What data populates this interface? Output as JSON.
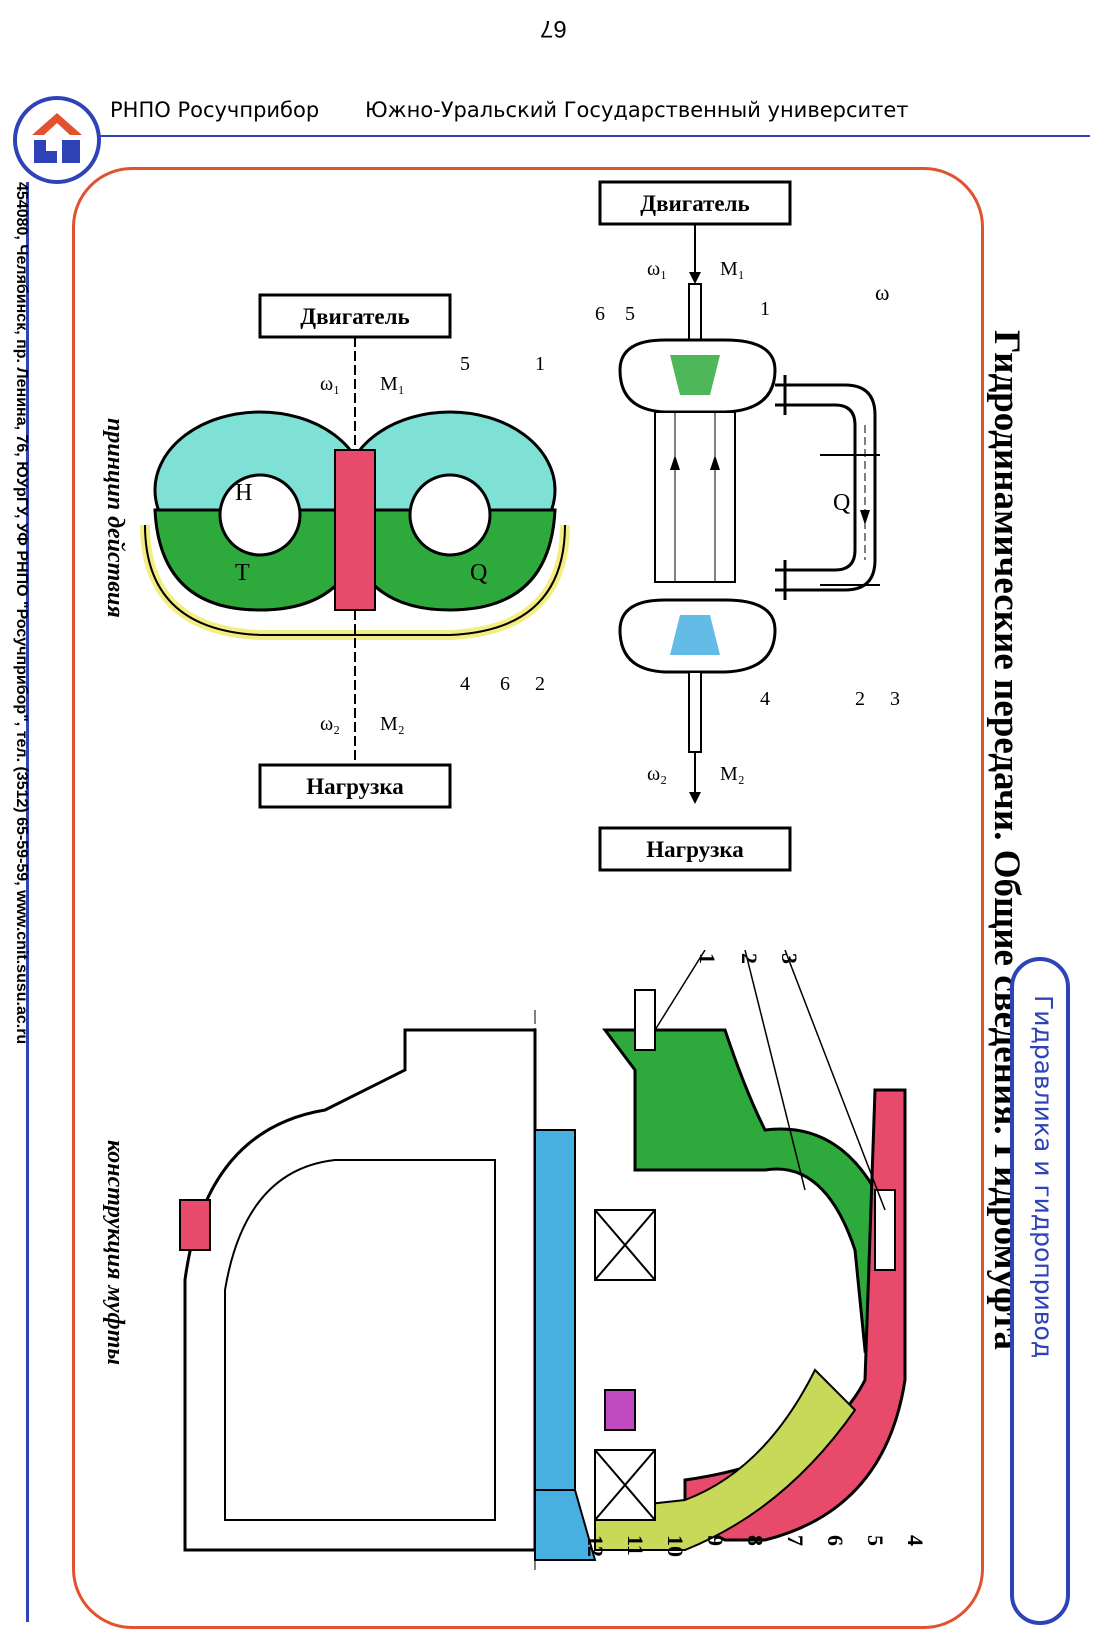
{
  "page_number": "67",
  "header": {
    "organization": "РНПО Росучприбор",
    "university": "Южно-Уральский Государственный университет"
  },
  "title": "Гидродинамические передачи. Общие сведения. Гидромуфта",
  "section_tab": "Гидравлика и гидропривод",
  "footer_address": "454080, Челябинск, пр. Ленина, 76, ЮУрГУ, УФ РНПО \"Росучприбор\", тел. (3512) 65-59-59, www.cnit.susu.ac.ru",
  "diagram_top": {
    "engine_label": "Двигатель",
    "load_label": "Нагрузка",
    "omega": "ω",
    "flow": "Q",
    "m1": "M₁",
    "w1": "ω₁",
    "m2": "M₂",
    "w2": "ω₂",
    "numbers": [
      "1",
      "5",
      "6",
      "2",
      "3",
      "4"
    ]
  },
  "diagram_principle": {
    "engine_label": "Двигатель",
    "load_label": "Нагрузка",
    "pump_letter": "Н",
    "turbine_letter": "Т",
    "flow": "Q",
    "m1": "M₁",
    "w1": "ω₁",
    "m2": "M₂",
    "w2": "ω₂",
    "numbers": [
      "5",
      "1",
      "2",
      "6",
      "4"
    ],
    "caption": "принцип действия"
  },
  "diagram_construction": {
    "caption": "конструкция муфты",
    "numbers_top": [
      "1",
      "2",
      "3"
    ],
    "numbers_right": [
      "4",
      "5",
      "6",
      "7",
      "8",
      "9",
      "10",
      "11",
      "12"
    ]
  },
  "colors": {
    "frame": "#e2522e",
    "accent_blue": "#2f43b8",
    "pump_green": "#2eaa3c",
    "light_cyan": "#7fe0d6",
    "blue_part": "#47b0e0",
    "yellow_part": "#f4ee82",
    "red_part": "#e74a6a",
    "magenta_part": "#c04ac0",
    "olive_part": "#c8d858"
  }
}
